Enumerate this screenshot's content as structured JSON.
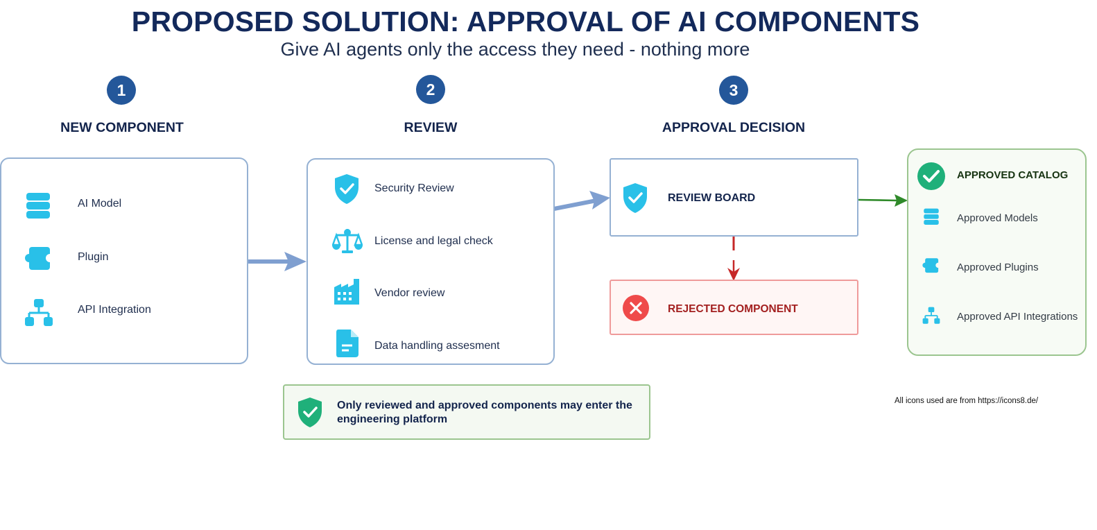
{
  "header": {
    "title": "PROPOSED SOLUTION: APPROVAL OF AI COMPONENTS",
    "subtitle": "Give AI agents only the access they need - nothing more"
  },
  "steps": [
    {
      "number": "1",
      "title": "NEW COMPONENT"
    },
    {
      "number": "2",
      "title": "REVIEW"
    },
    {
      "number": "3",
      "title": "APPROVAL DECISION"
    }
  ],
  "new_component": {
    "items": [
      {
        "label": "AI Model",
        "icon": "server-stack-icon"
      },
      {
        "label": "Plugin",
        "icon": "puzzle-piece-icon"
      },
      {
        "label": "API Integration",
        "icon": "hierarchy-icon"
      }
    ]
  },
  "review": {
    "items": [
      {
        "label": "Security Review",
        "icon": "shield-check-icon"
      },
      {
        "label": "License and legal check",
        "icon": "scales-icon"
      },
      {
        "label": "Vendor review",
        "icon": "factory-icon"
      },
      {
        "label": "Data handling assesment",
        "icon": "document-icon"
      }
    ]
  },
  "decision": {
    "board_label": "REVIEW BOARD",
    "rejected_label": "REJECTED COMPONENT"
  },
  "catalog": {
    "title": "APPROVED CATALOG",
    "items": [
      {
        "label": "Approved Models",
        "icon": "server-stack-icon"
      },
      {
        "label": "Approved Plugins",
        "icon": "puzzle-piece-icon"
      },
      {
        "label": "Approved API Integrations",
        "icon": "hierarchy-icon"
      }
    ]
  },
  "note": {
    "text": "Only reviewed and approved components may enter the engineering platform"
  },
  "credit": "All icons used are from https://icons8.de/",
  "colors": {
    "title": "#13295b",
    "step_circle": "#24579a",
    "icon_cyan": "#29c0e8",
    "panel_border": "#95b1d3",
    "arrow_blue": "#7f9fd0",
    "reject_red": "#a32020",
    "approve_green": "#1fb07a",
    "arrow_green": "#2f8a2a"
  }
}
